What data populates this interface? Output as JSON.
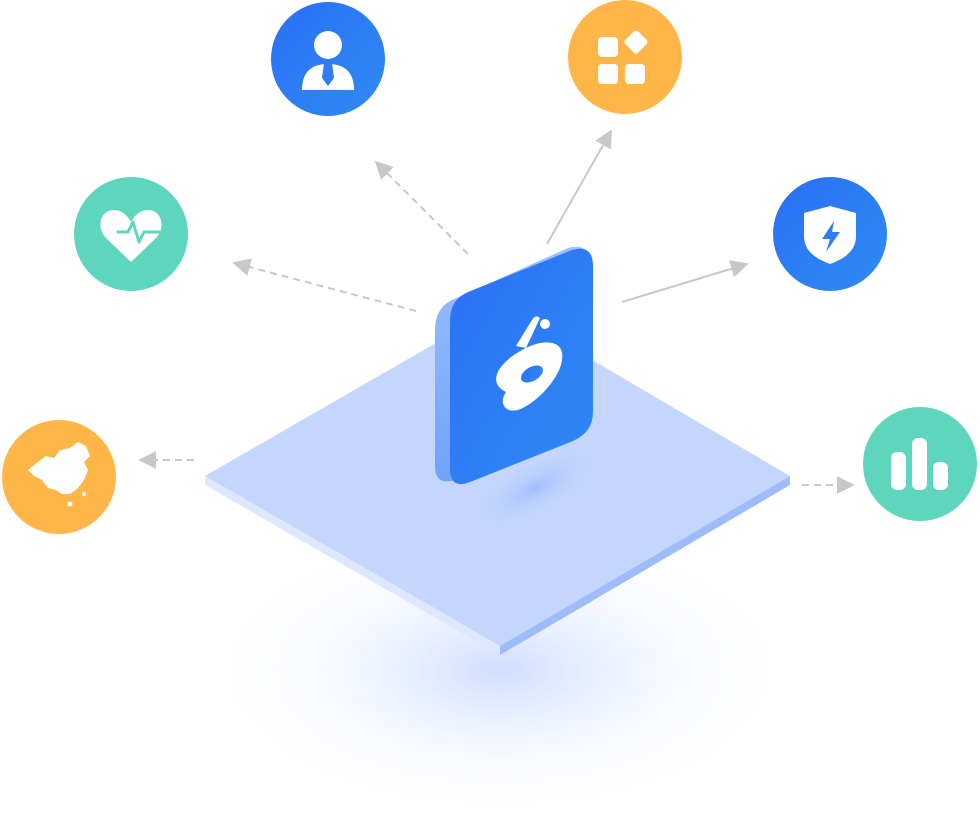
{
  "colors": {
    "blue": "#2e7cf6",
    "blue_light": "#4b93fb",
    "orange": "#ffb648",
    "green": "#5ed6bd",
    "platform": "#c4d6fd",
    "arrow": "#c8c8c8"
  },
  "nodes": [
    {
      "id": "user",
      "icon": "user-tie-icon",
      "color": "blue"
    },
    {
      "id": "apps",
      "icon": "apps-grid-icon",
      "color": "orange"
    },
    {
      "id": "health",
      "icon": "heart-pulse-icon",
      "color": "green"
    },
    {
      "id": "security",
      "icon": "shield-lightning-icon",
      "color": "blue"
    },
    {
      "id": "map",
      "icon": "china-map-icon",
      "color": "orange"
    },
    {
      "id": "stats",
      "icon": "bar-chart-icon",
      "color": "green"
    }
  ],
  "center": {
    "icon": "brand-logo-icon",
    "color": "blue"
  }
}
